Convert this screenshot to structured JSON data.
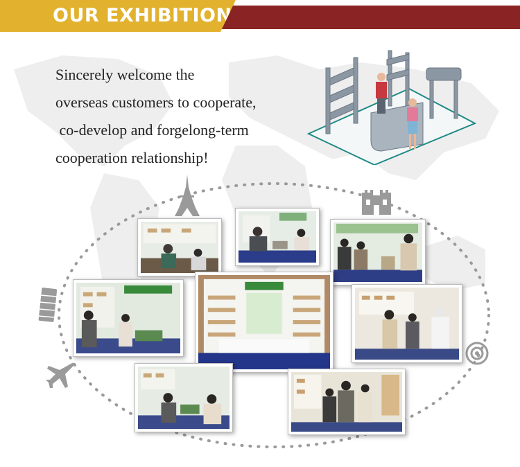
{
  "banner": {
    "title": "OUR EXHIBITION",
    "bar_color": "#8a2323",
    "tag_color": "#e2b22f"
  },
  "intro": {
    "lines": [
      "Sincerely welcome the",
      "overseas customers to cooperate,",
      " co-develop and forgelong-term",
      "cooperation relationship!"
    ]
  },
  "illustration": "exhibition-booth-illustration",
  "decorations": [
    "eiffel-tower-icon",
    "castle-icon",
    "leaning-tower-icon",
    "airplane-icon",
    "target-icon"
  ],
  "photos": [
    "booth-photo-1",
    "booth-photo-2",
    "booth-photo-3",
    "booth-photo-4",
    "booth-photo-center",
    "booth-photo-6",
    "booth-photo-7",
    "booth-photo-8"
  ]
}
